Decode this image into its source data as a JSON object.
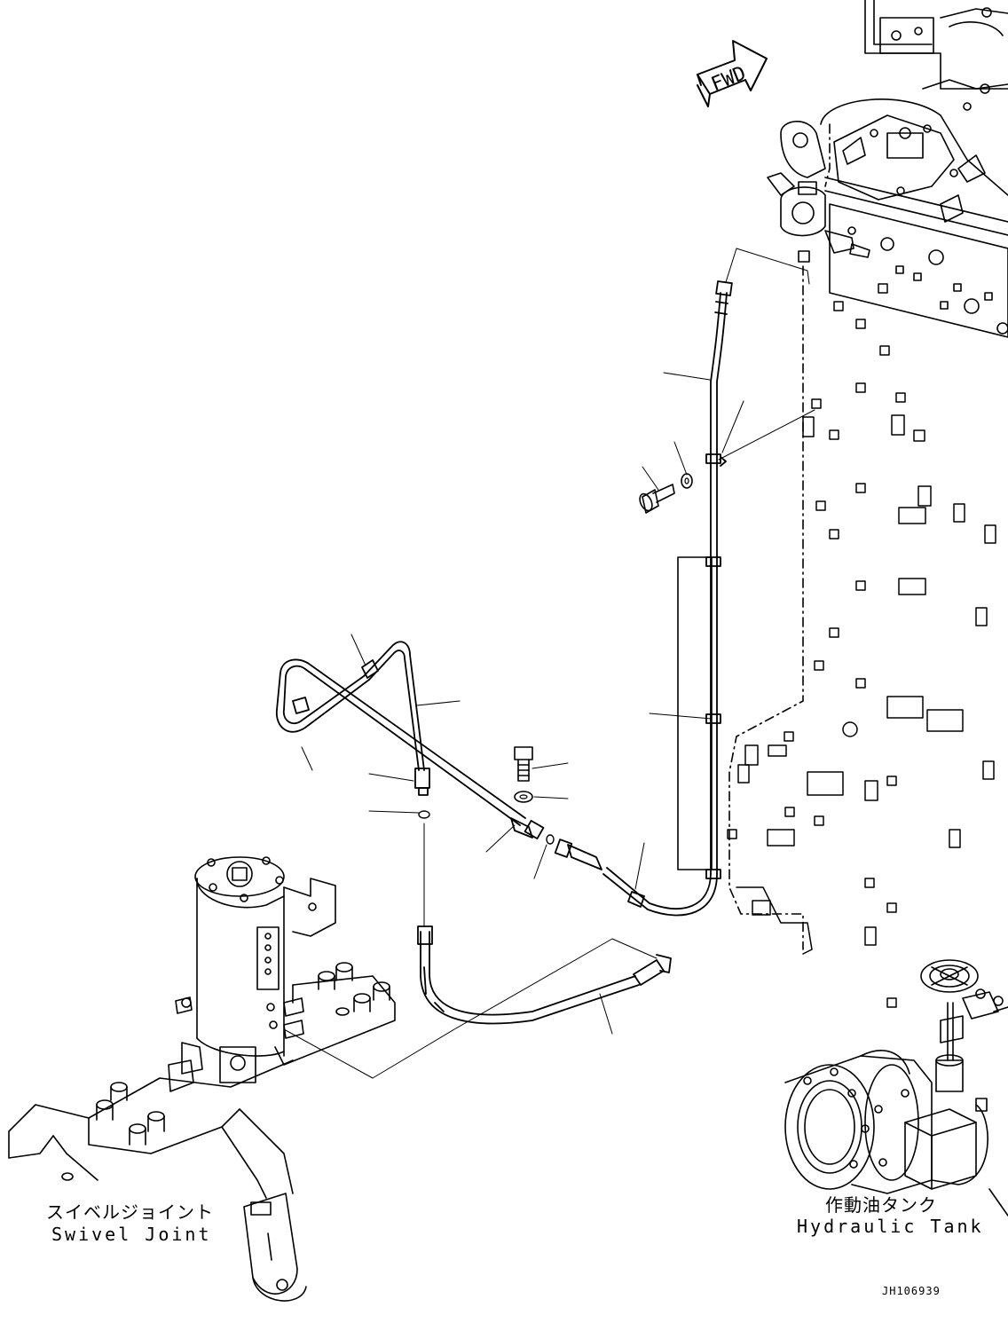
{
  "direction_arrow": {
    "text": "FWD"
  },
  "labels": {
    "swivel_joint": {
      "jp": "スイベルジョイント",
      "en": "Swivel Joint"
    },
    "hydraulic_tank": {
      "jp": "作動油タンク",
      "en": "Hydraulic Tank"
    }
  },
  "drawing_code": "JH106939"
}
